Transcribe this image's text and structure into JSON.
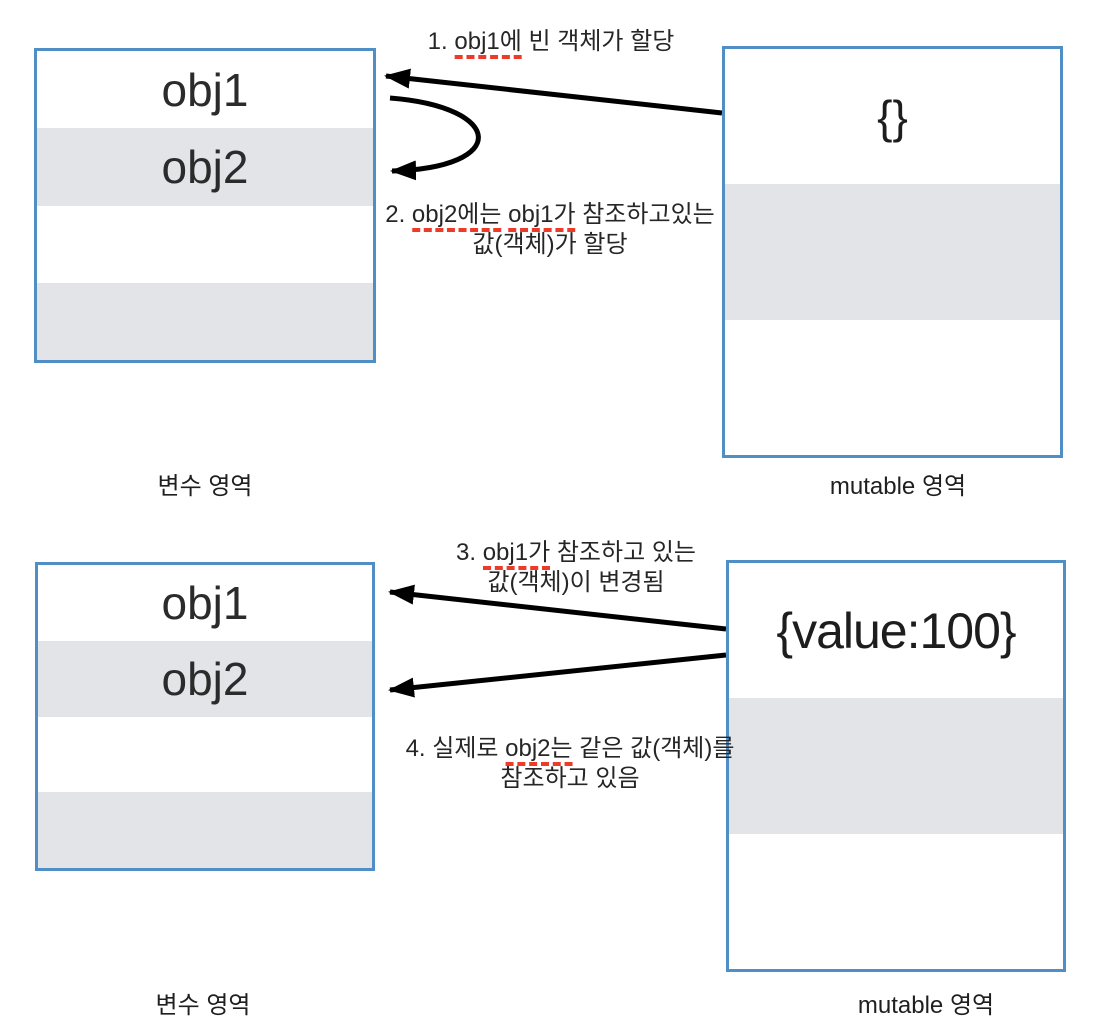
{
  "colors": {
    "box_border": "#4f8fc6",
    "row_shade": "#e3e4e8",
    "arrow": "#000000",
    "spellcheck_underline": "#ee3a28",
    "text": "#303030"
  },
  "diagram_top": {
    "variable_table": {
      "rows": [
        "obj1",
        "obj2",
        "",
        ""
      ]
    },
    "mutable_box": {
      "value": "{}"
    },
    "variable_label": "변수 영역",
    "mutable_label": "mutable 영역",
    "note1": {
      "line1": [
        {
          "text": "1. "
        },
        {
          "text": "obj1에",
          "underline": true
        },
        {
          "text": " 빈 객체가 할당"
        }
      ]
    },
    "note2": {
      "line1": [
        {
          "text": "2. "
        },
        {
          "text": "obj2에는",
          "underline": true
        },
        {
          "text": " "
        },
        {
          "text": "obj1가",
          "underline": true
        },
        {
          "text": " 참조하고있는"
        }
      ],
      "line2": "값(객체)가 할당"
    }
  },
  "diagram_bottom": {
    "variable_table": {
      "rows": [
        "obj1",
        "obj2",
        "",
        ""
      ]
    },
    "mutable_box": {
      "value": "{value:100}"
    },
    "variable_label": "변수 영역",
    "mutable_label": "mutable 영역",
    "note3": {
      "line1": [
        {
          "text": "3. "
        },
        {
          "text": "obj1가",
          "underline": true
        },
        {
          "text": " 참조하고 있는"
        }
      ],
      "line2": "값(객체)이 변경됨"
    },
    "note4": {
      "line1": [
        {
          "text": "4. 실제로 "
        },
        {
          "text": "obj2는",
          "underline": true
        },
        {
          "text": " 같은 값(객체)를"
        }
      ],
      "line2": "참조하고 있음"
    }
  }
}
